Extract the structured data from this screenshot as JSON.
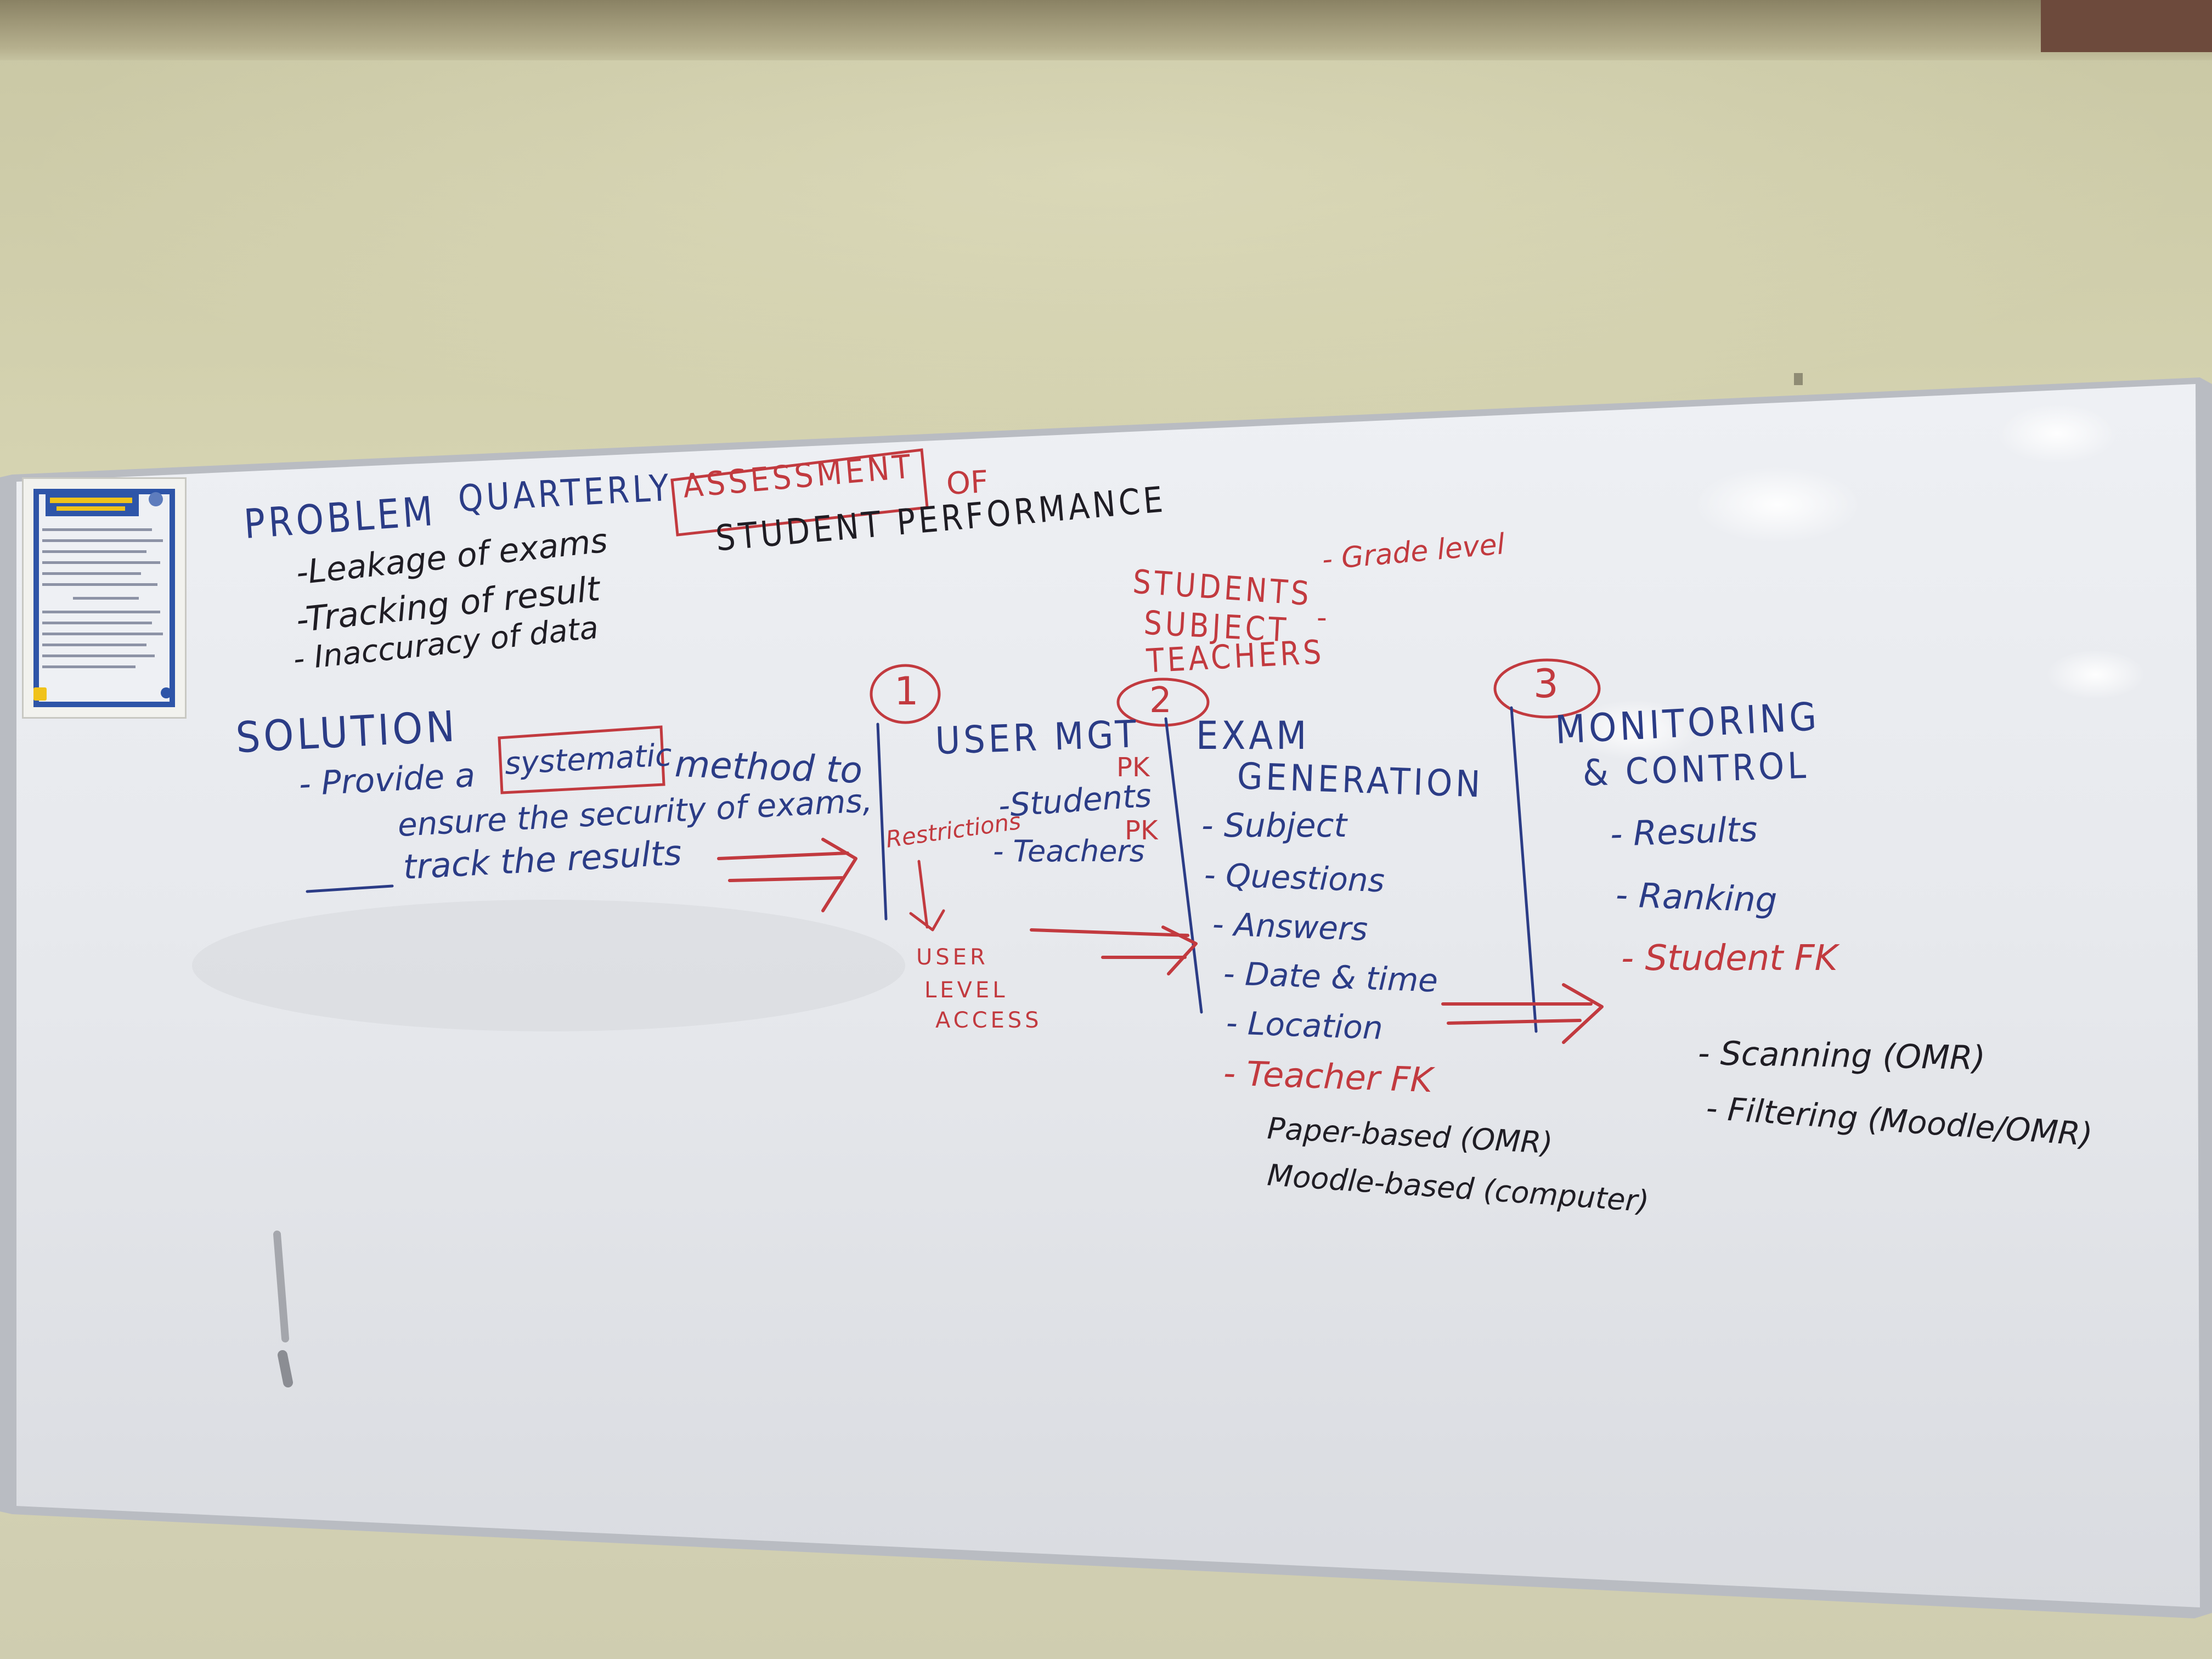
{
  "title": {
    "problem_word": "PROBLEM",
    "quarterly": "QUARTERLY",
    "assessment": "ASSESSMENT",
    "of": "OF",
    "student_performance": "STUDENT PERFORMANCE"
  },
  "problems": [
    "-Leakage of exams",
    "-Tracking of result",
    "- Inaccuracy of data"
  ],
  "entities": {
    "students": "STUDENTS",
    "students_note": "- Grade level",
    "subject": "SUBJECT",
    "subject_dash": "-",
    "teachers": "TEACHERS"
  },
  "solution": {
    "label": "SOLUTION",
    "line1_prefix": "- Provide a",
    "line1_boxed": "systematic",
    "line1_suffix": "method to",
    "line2": "ensure the security of exams,",
    "line3": "track the results"
  },
  "module1": {
    "number": "1",
    "title": "USER MGT",
    "pk1": "PK",
    "restrictions": "Restrictions",
    "students": "-Students",
    "pk2": "PK",
    "teachers": "- Teachers",
    "access": [
      "USER",
      "LEVEL",
      "ACCESS"
    ]
  },
  "module2": {
    "number": "2",
    "title_line1": "EXAM",
    "title_line2": "GENERATION",
    "items": [
      "- Subject",
      "- Questions",
      "- Answers",
      "- Date & time",
      "- Location"
    ],
    "teacher_fk": "- Teacher FK",
    "paper_based": "Paper-based (OMR)",
    "moodle_based": "Moodle-based (computer)"
  },
  "module3": {
    "number": "3",
    "title_line1": "MONITORING",
    "title_line2": "& CONTROL",
    "results": "- Results",
    "ranking": "- Ranking",
    "student_fk": "- Student FK",
    "scanning": "- Scanning (OMR)",
    "filtering": "- Filtering (Moodle/OMR)"
  },
  "colors": {
    "blue_marker": "#2b3c86",
    "red_marker": "#c23a3f",
    "black_marker": "#1f1d24",
    "board": "#e9ebef",
    "wall": "#d6d4b2"
  }
}
